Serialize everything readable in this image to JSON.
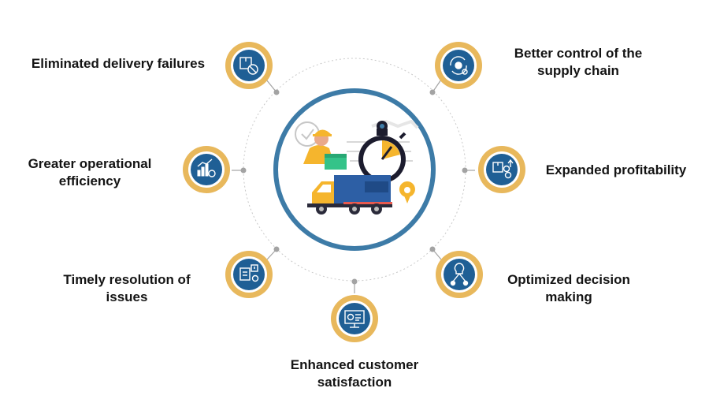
{
  "colors": {
    "ring": "#e8b85c",
    "badge": "#1f5f95",
    "hub_ring": "#3d7ba7",
    "connector": "#9a9a9a",
    "dotted_circle": "#c8c8c8"
  },
  "benefits": [
    {
      "id": "eliminated",
      "lines": [
        "Eliminated delivery failures"
      ],
      "icon": "package-blocked-icon"
    },
    {
      "id": "control",
      "lines": [
        "Better control of the",
        "supply chain"
      ],
      "icon": "gear-cycle-icon"
    },
    {
      "id": "efficiency",
      "lines": [
        "Greater operational",
        "efficiency"
      ],
      "icon": "growth-chart-gear-icon"
    },
    {
      "id": "profitability",
      "lines": [
        "Expanded profitability"
      ],
      "icon": "box-coins-icon"
    },
    {
      "id": "resolution",
      "lines": [
        "Timely resolution of",
        "issues"
      ],
      "icon": "issue-settings-icon"
    },
    {
      "id": "decision",
      "lines": [
        "Optimized decision",
        "making"
      ],
      "icon": "lightbulb-decision-icon"
    },
    {
      "id": "satisfaction",
      "lines": [
        "Enhanced customer",
        "satisfaction"
      ],
      "icon": "monitor-rating-icon"
    }
  ],
  "hub": {
    "icon": "delivery-truck-stopwatch-illustration"
  }
}
